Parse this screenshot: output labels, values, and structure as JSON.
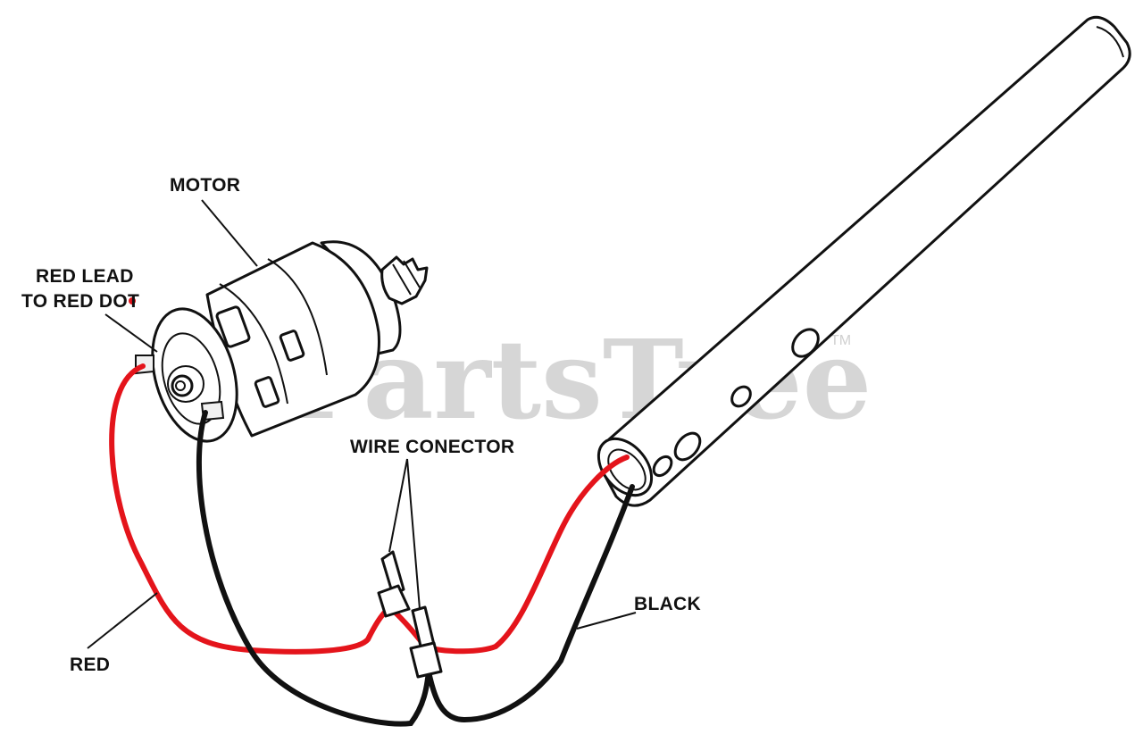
{
  "labels": {
    "motor": "MOTOR",
    "red_lead_line1": "RED LEAD",
    "red_lead_line2": "TO RED DOT",
    "wire_connector": "WIRE CONECTOR",
    "red": "RED",
    "black": "BLACK"
  },
  "watermark": {
    "text": "PartsTree",
    "tm": "TM"
  },
  "colors": {
    "red_wire": "#e4141b",
    "black_wire": "#111111",
    "red_dot": "#e4141b",
    "watermark": "#d6d6d6"
  }
}
